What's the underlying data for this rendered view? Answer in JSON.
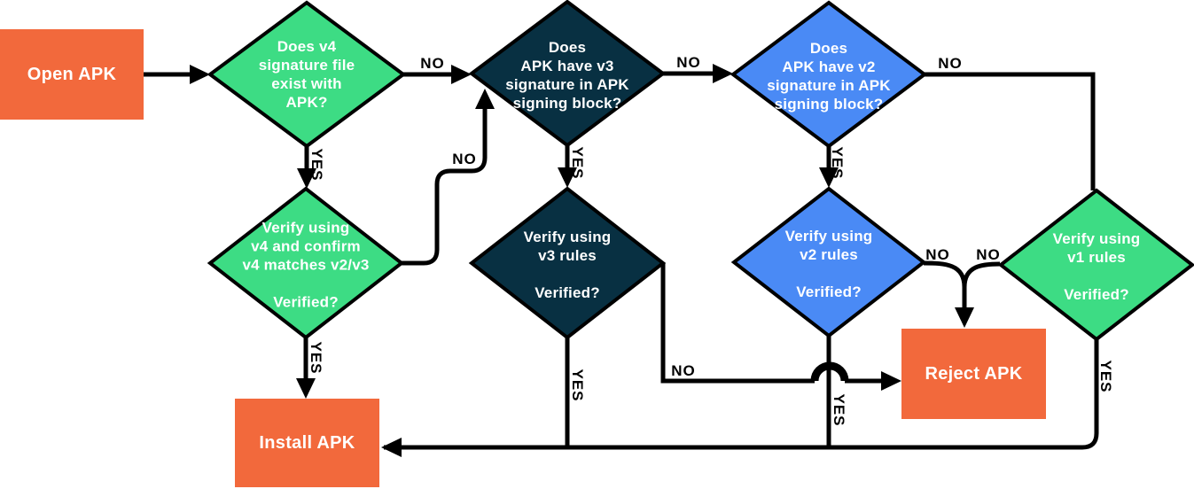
{
  "colors": {
    "green": "#3DDC84",
    "navy": "#083042",
    "blue": "#4A8AF5",
    "orange": "#F2693C",
    "line": "#000000",
    "text_light": "#FFFFFF",
    "label_dark": "#000000"
  },
  "nodes": {
    "open_apk": {
      "type": "start",
      "color": "orange",
      "label": "Open APK"
    },
    "v4_exists": {
      "type": "decision",
      "color": "green",
      "label": "Does v4\nsignature file\nexist with\nAPK?"
    },
    "v3_has": {
      "type": "decision",
      "color": "navy",
      "label": "Does\nAPK have v3\nsignature in APK\nsigning block?"
    },
    "v2_has": {
      "type": "decision",
      "color": "blue",
      "label": "Does\nAPK have v2\nsignature in APK\nsigning block?"
    },
    "v4_verify": {
      "type": "decision",
      "color": "green",
      "label": "Verify using\nv4 and confirm\nv4 matches v2/v3\n\nVerified?"
    },
    "v3_verify": {
      "type": "decision",
      "color": "navy",
      "label": "Verify using\nv3 rules\n\nVerified?"
    },
    "v2_verify": {
      "type": "decision",
      "color": "blue",
      "label": "Verify using\nv2 rules\n\nVerified?"
    },
    "v1_verify": {
      "type": "decision",
      "color": "green",
      "label": "Verify using\nv1 rules\n\nVerified?"
    },
    "install_apk": {
      "type": "terminal",
      "color": "orange",
      "label": "Install APK"
    },
    "reject_apk": {
      "type": "terminal",
      "color": "orange",
      "label": "Reject APK"
    }
  },
  "edges": [
    {
      "from": "open_apk",
      "to": "v4_exists",
      "label": ""
    },
    {
      "from": "v4_exists",
      "to": "v3_has",
      "label": "NO"
    },
    {
      "from": "v4_exists",
      "to": "v4_verify",
      "label": "YES"
    },
    {
      "from": "v3_has",
      "to": "v2_has",
      "label": "NO"
    },
    {
      "from": "v3_has",
      "to": "v3_verify",
      "label": "YES"
    },
    {
      "from": "v2_has",
      "to": "v1_verify",
      "label": "NO"
    },
    {
      "from": "v2_has",
      "to": "v2_verify",
      "label": "YES"
    },
    {
      "from": "v4_verify",
      "to": "v3_has",
      "label": "NO"
    },
    {
      "from": "v4_verify",
      "to": "install_apk",
      "label": "YES"
    },
    {
      "from": "v3_verify",
      "to": "reject_apk",
      "label": "NO"
    },
    {
      "from": "v3_verify",
      "to": "install_apk",
      "label": "YES"
    },
    {
      "from": "v2_verify",
      "to": "reject_apk",
      "label": "NO"
    },
    {
      "from": "v2_verify",
      "to": "install_apk",
      "label": "YES"
    },
    {
      "from": "v1_verify",
      "to": "reject_apk",
      "label": "NO"
    },
    {
      "from": "v1_verify",
      "to": "install_apk",
      "label": "YES"
    }
  ]
}
